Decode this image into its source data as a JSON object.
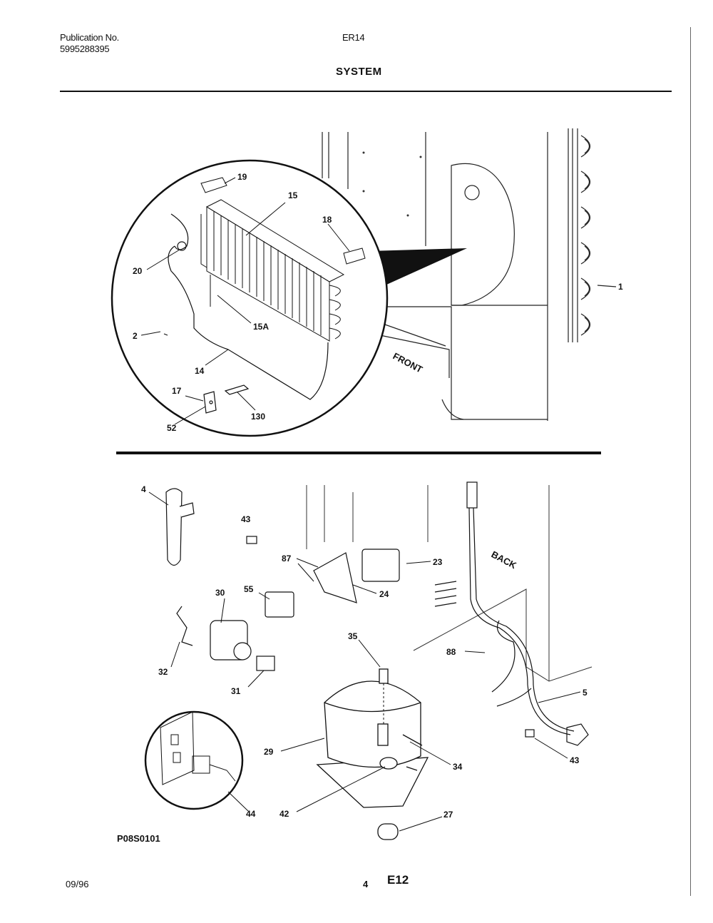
{
  "header": {
    "publication_label": "Publication No.",
    "publication_number": "5995288395",
    "model": "ER14",
    "section_title": "SYSTEM"
  },
  "top_diagram": {
    "callouts": {
      "c19": "19",
      "c15": "15",
      "c18": "18",
      "c20": "20",
      "c15a": "15A",
      "c2": "2",
      "c14": "14",
      "c17": "17",
      "c130": "130",
      "c52": "52",
      "c1": "1"
    },
    "front_label": "FRONT"
  },
  "bottom_diagram": {
    "callouts": {
      "c4": "4",
      "c43a": "43",
      "c87": "87",
      "c23": "23",
      "c24": "24",
      "c55": "55",
      "c30": "30",
      "c32": "32",
      "c31": "31",
      "c35": "35",
      "c88": "88",
      "c5": "5",
      "c43b": "43",
      "c29": "29",
      "c34": "34",
      "c44": "44",
      "c42": "42",
      "c27": "27"
    },
    "back_label": "BACK",
    "figure_code": "P08S0101"
  },
  "footer": {
    "date": "09/96",
    "page_number": "4",
    "page_code": "E12"
  }
}
